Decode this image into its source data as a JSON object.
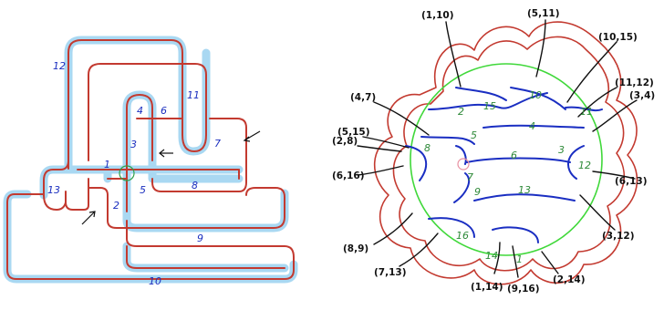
{
  "colors": {
    "highlight": "#a9d8f2",
    "red_curve": "#c33a30",
    "blue_arc": "#1a2ec2",
    "green_circle": "#40d83a",
    "marker_green": "#2ea04a",
    "marker_pink": "#e88fa0",
    "black_label": "#111111"
  },
  "left_diagram": {
    "arc_labels": [
      "1",
      "2",
      "3",
      "4",
      "5",
      "6",
      "7",
      "8",
      "9",
      "10",
      "11",
      "12",
      "13"
    ],
    "arrows": [
      "arrow-left-pointing",
      "arrow-upper-right",
      "arrow-lower-left"
    ]
  },
  "right_diagram": {
    "region_labels": [
      "1",
      "2",
      "3",
      "4",
      "5",
      "6",
      "7",
      "8",
      "9",
      "10",
      "11",
      "12",
      "13",
      "14",
      "15",
      "16"
    ],
    "pair_labels": [
      "(1,10)",
      "(5,11)",
      "(10,15)",
      "(11,12)",
      "(3,4)",
      "(4,7)",
      "(5,15)",
      "(2,8)",
      "(6,16)",
      "(8,9)",
      "(7,13)",
      "(1,14)",
      "(9,16)",
      "(2,14)",
      "(3,12)",
      "(6,13)"
    ]
  }
}
